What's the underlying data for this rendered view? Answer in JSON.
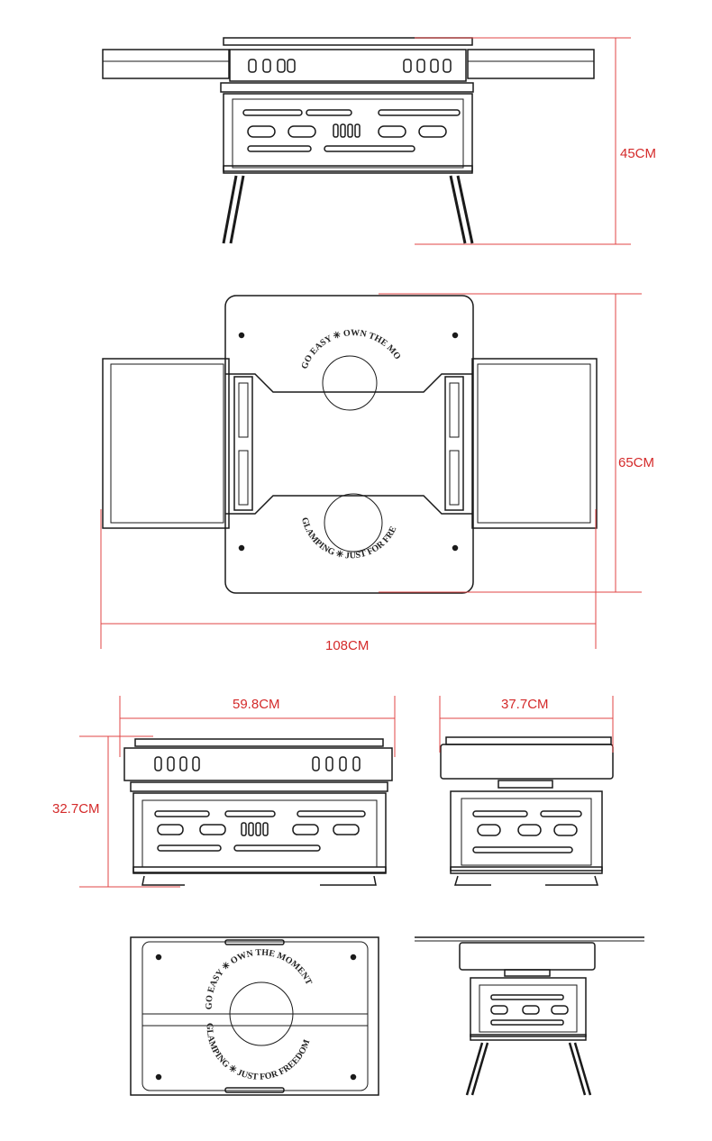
{
  "dimensions": {
    "front_height": "45CM",
    "top_depth": "65CM",
    "top_width": "108CM",
    "body_width": "59.8CM",
    "side_depth": "37.7CM",
    "body_height": "32.7CM"
  },
  "logo": {
    "arc_top": "GO EASY ✳ OWN THE MOMENT",
    "arc_bottom": "GLAMPING ✳ JUST FOR FREEDOM"
  },
  "colors": {
    "dimension_line": "#e04545",
    "drawing_line": "#1a1a1a"
  }
}
